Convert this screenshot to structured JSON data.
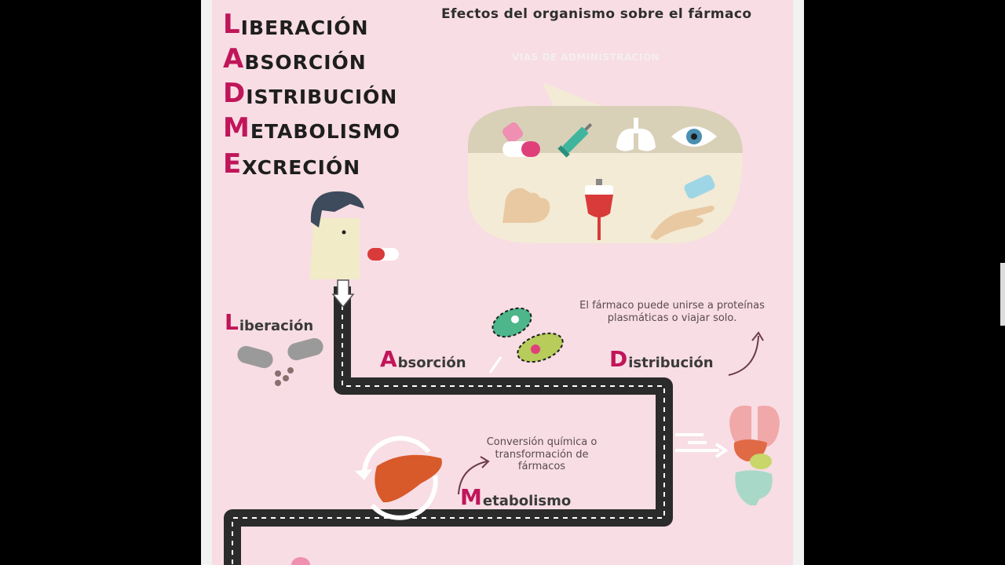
{
  "acronym": [
    {
      "letter": "L",
      "rest": "IBERACIÓN"
    },
    {
      "letter": "A",
      "rest": "BSORCIÓN"
    },
    {
      "letter": "D",
      "rest": "ISTRIBUCIÓN"
    },
    {
      "letter": "M",
      "rest": "ETABOLISMO"
    },
    {
      "letter": "E",
      "rest": "XCRECIÓN"
    }
  ],
  "header": "Efectos del organismo sobre el fármaco",
  "routes_title": "VIAS DE ADMINISTRACIÓN",
  "stages": {
    "liberacion": {
      "first": "L",
      "rest": "iberación"
    },
    "absorcion": {
      "first": "A",
      "rest": "bsorción"
    },
    "distribucion": {
      "first": "D",
      "rest": "istribución"
    },
    "metabolismo": {
      "first": "M",
      "rest": "etabolismo"
    }
  },
  "notes": {
    "distribucion": "El fármaco puede unirse a proteínas plasmáticas o viajar solo.",
    "metabolismo": "Conversión química o transformación de fármacos"
  },
  "icons": {
    "routes": [
      "pills-icon",
      "syringe-icon",
      "lungs-icon",
      "eye-icon",
      "muscle-arm-icon",
      "iv-bag-icon",
      "hand-spray-icon"
    ],
    "stages": [
      "pill-capsule-icon",
      "open-capsule-icon",
      "cells-icon",
      "liver-icon",
      "organs-icon"
    ]
  },
  "colors": {
    "background": "#f8dde4",
    "accent": "#c0155a",
    "road": "#2b2b2b"
  }
}
